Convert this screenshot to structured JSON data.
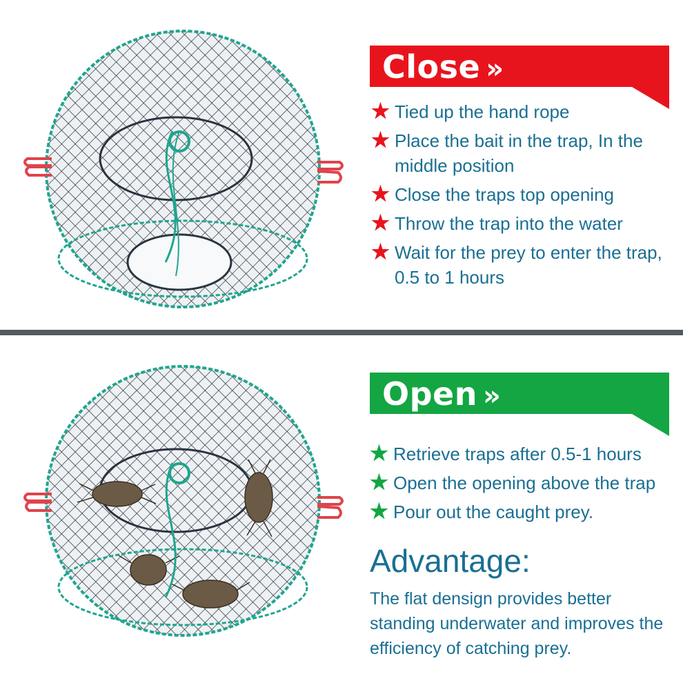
{
  "close": {
    "title": "Close",
    "chevron": "»",
    "banner_color": "#e8141d",
    "star": "★",
    "steps": [
      "Tied up the hand rope",
      "Place the bait in the trap, In the middle position",
      "Close the traps top opening",
      "Throw the trap into the water",
      "Wait for the prey to enter the trap, 0.5 to 1 hours"
    ]
  },
  "open": {
    "title": "Open",
    "chevron": "»",
    "banner_color": "#13a642",
    "star": "★",
    "steps": [
      "Retrieve traps after 0.5-1 hours",
      "Open the opening above the trap",
      "Pour out the caught prey."
    ]
  },
  "advantage": {
    "title": "Advantage:",
    "body": "The flat densign provides better standing underwater and improves the efficiency of catching prey."
  },
  "colors": {
    "text_blue": "#1a6f93",
    "net_dark": "#2a3440",
    "rope_teal": "#1fa58f",
    "ring_red": "#e0434b",
    "divider": "#555a5f"
  }
}
